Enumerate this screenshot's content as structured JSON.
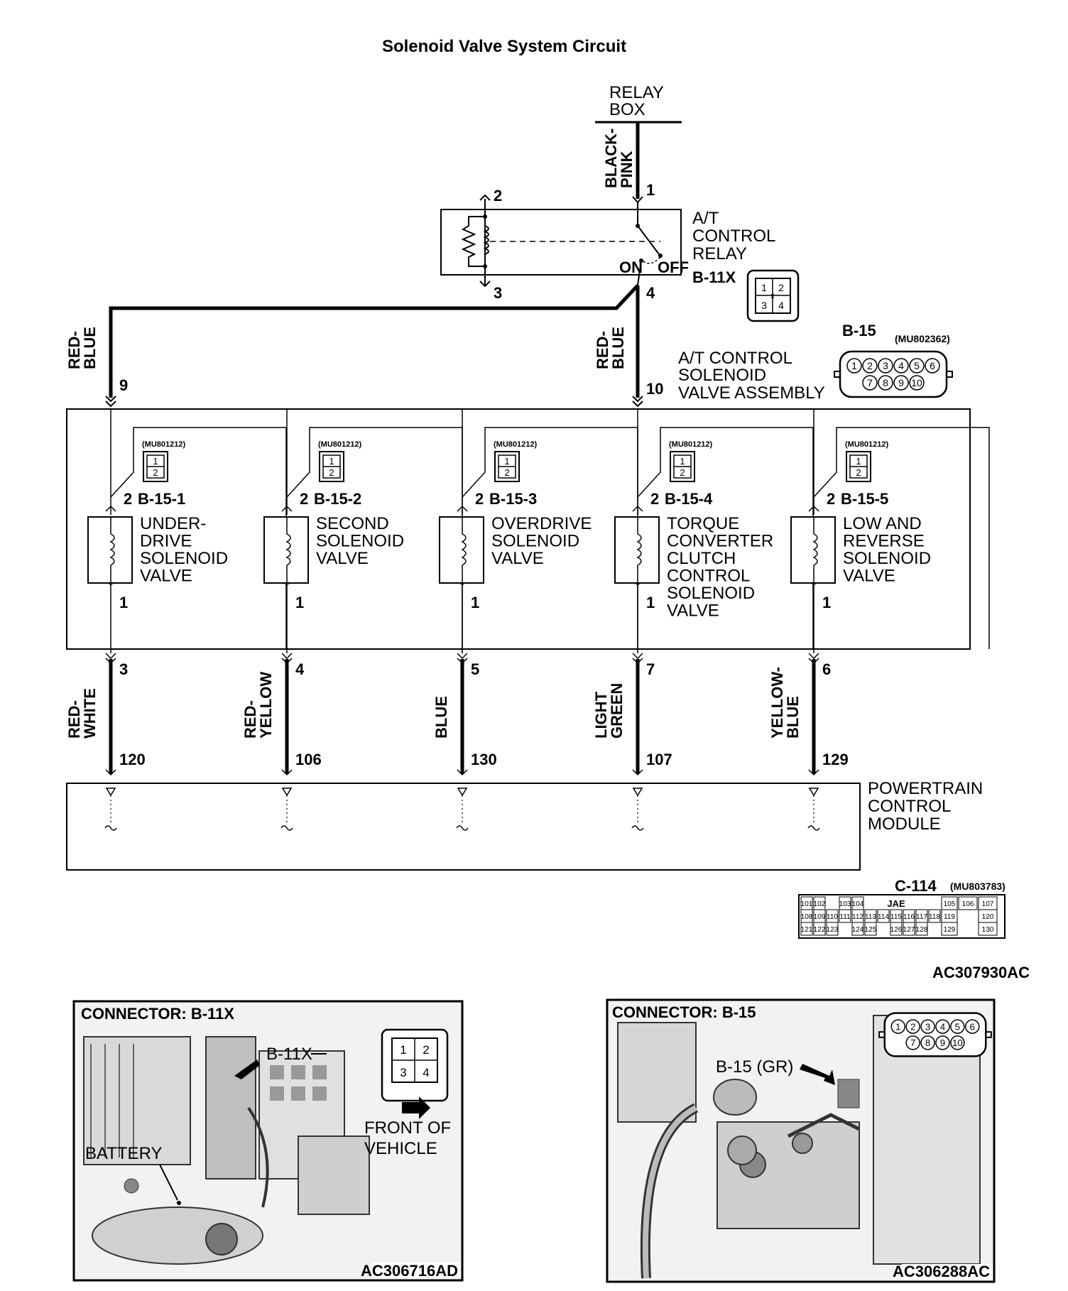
{
  "title": "Solenoid Valve System Circuit",
  "relay_box": [
    "RELAY",
    "BOX"
  ],
  "top_wire": [
    "BLACK-",
    "PINK"
  ],
  "relay": {
    "name": [
      "A/T",
      "CONTROL",
      "RELAY"
    ],
    "pins": {
      "p1": "1",
      "p2": "2",
      "p3": "3",
      "p4": "4"
    },
    "on": "ON",
    "off": "OFF",
    "connector": "B-11X",
    "connector_pins": [
      "1",
      "2",
      "3",
      "4"
    ]
  },
  "left_wire": {
    "color": [
      "RED-",
      "BLUE"
    ],
    "pin": "9"
  },
  "right_wire": {
    "color": [
      "RED-",
      "BLUE"
    ],
    "pin": "10"
  },
  "assembly": {
    "name": [
      "A/T CONTROL",
      "SOLENOID",
      "VALVE ASSEMBLY"
    ],
    "connector": "B-15",
    "part": "(MU802362)",
    "pins_row1": [
      "1",
      "2",
      "3",
      "4",
      "5",
      "6"
    ],
    "pins_row2": [
      "7",
      "8",
      "9",
      "10"
    ]
  },
  "valves": [
    {
      "part": "(MU801212)",
      "connector": "B-15-1",
      "pin_top": "2",
      "pin_bottom": "1",
      "name": [
        "UNDER-",
        "DRIVE",
        "SOLENOID",
        "VALVE"
      ],
      "out_pin": "3",
      "wire": [
        "RED-",
        "WHITE"
      ],
      "pcm_pin": "120"
    },
    {
      "part": "(MU801212)",
      "connector": "B-15-2",
      "pin_top": "2",
      "pin_bottom": "1",
      "name": [
        "SECOND",
        "SOLENOID",
        "VALVE"
      ],
      "out_pin": "4",
      "wire": [
        "RED-",
        "YELLOW"
      ],
      "pcm_pin": "106"
    },
    {
      "part": "(MU801212)",
      "connector": "B-15-3",
      "pin_top": "2",
      "pin_bottom": "1",
      "name": [
        "OVERDRIVE",
        "SOLENOID",
        "VALVE"
      ],
      "out_pin": "5",
      "wire": [
        "BLUE"
      ],
      "pcm_pin": "130"
    },
    {
      "part": "(MU801212)",
      "connector": "B-15-4",
      "pin_top": "2",
      "pin_bottom": "1",
      "name": [
        "TORQUE",
        "CONVERTER",
        "CLUTCH",
        "CONTROL",
        "SOLENOID",
        "VALVE"
      ],
      "out_pin": "7",
      "wire": [
        "LIGHT",
        "GREEN"
      ],
      "pcm_pin": "107"
    },
    {
      "part": "(MU801212)",
      "connector": "B-15-5",
      "pin_top": "2",
      "pin_bottom": "1",
      "name": [
        "LOW AND",
        "REVERSE",
        "SOLENOID",
        "VALVE"
      ],
      "out_pin": "6",
      "wire": [
        "YELLOW-",
        "BLUE"
      ],
      "pcm_pin": "129"
    }
  ],
  "valve_connector_pins": [
    "1",
    "2"
  ],
  "pcm": {
    "name": [
      "POWERTRAIN",
      "CONTROL",
      "MODULE"
    ],
    "connector": "C-114",
    "part": "(MU803783)",
    "grid": [
      [
        "101",
        "102",
        "",
        "103",
        "104",
        "",
        "",
        "JAE",
        "",
        "",
        "",
        "105",
        "106",
        "107"
      ],
      [
        "108",
        "109",
        "110",
        "111",
        "112",
        "113",
        "114",
        "115",
        "116",
        "117",
        "118",
        "119",
        "",
        "120"
      ],
      [
        "121",
        "122",
        "123",
        "",
        "124",
        "125",
        "",
        "126",
        "127",
        "128",
        "",
        "129",
        "",
        "130"
      ]
    ]
  },
  "figure_code": "AC307930AC",
  "photo_left": {
    "title": "CONNECTOR: B-11X",
    "callout": "B-11X",
    "battery": "BATTERY",
    "front": [
      "FRONT OF",
      "VEHICLE"
    ],
    "pins": [
      "1",
      "2",
      "3",
      "4"
    ],
    "code": "AC306716AD"
  },
  "photo_right": {
    "title": "CONNECTOR: B-15",
    "callout": "B-15 (GR)",
    "pins_row1": [
      "1",
      "2",
      "3",
      "4",
      "5",
      "6"
    ],
    "pins_row2": [
      "7",
      "8",
      "9",
      "10"
    ],
    "code": "AC306288AC"
  }
}
